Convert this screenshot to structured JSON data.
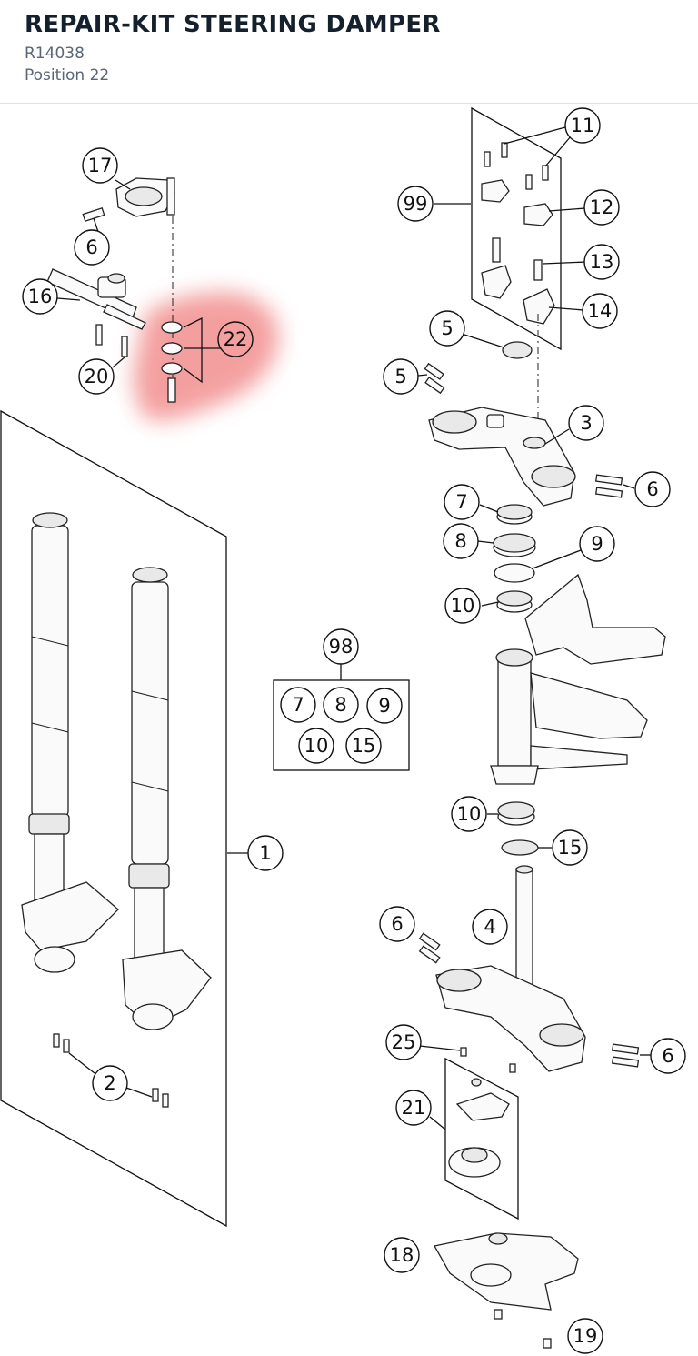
{
  "header": {
    "title": "REPAIR-KIT STEERING DAMPER",
    "part_number": "R14038",
    "position": "Position 22"
  },
  "highlight": {
    "label": "22",
    "color": "#f08080"
  },
  "callouts": {
    "c1": "1",
    "c2": "2",
    "c3": "3",
    "c4": "4",
    "c5a": "5",
    "c5b": "5",
    "c6a": "6",
    "c6b": "6",
    "c6c": "6",
    "c6d": "6",
    "c7a": "7",
    "c8a": "8",
    "c9a": "9",
    "c10a": "10",
    "c10b": "10",
    "c11": "11",
    "c12": "12",
    "c13": "13",
    "c14": "14",
    "c15a": "15",
    "c16": "16",
    "c17": "17",
    "c18": "18",
    "c19": "19",
    "c20": "20",
    "c21": "21",
    "c22": "22",
    "c25": "25",
    "c98": "98",
    "c99": "99"
  },
  "kit_98": {
    "items": [
      "7",
      "8",
      "9",
      "10",
      "15"
    ]
  }
}
